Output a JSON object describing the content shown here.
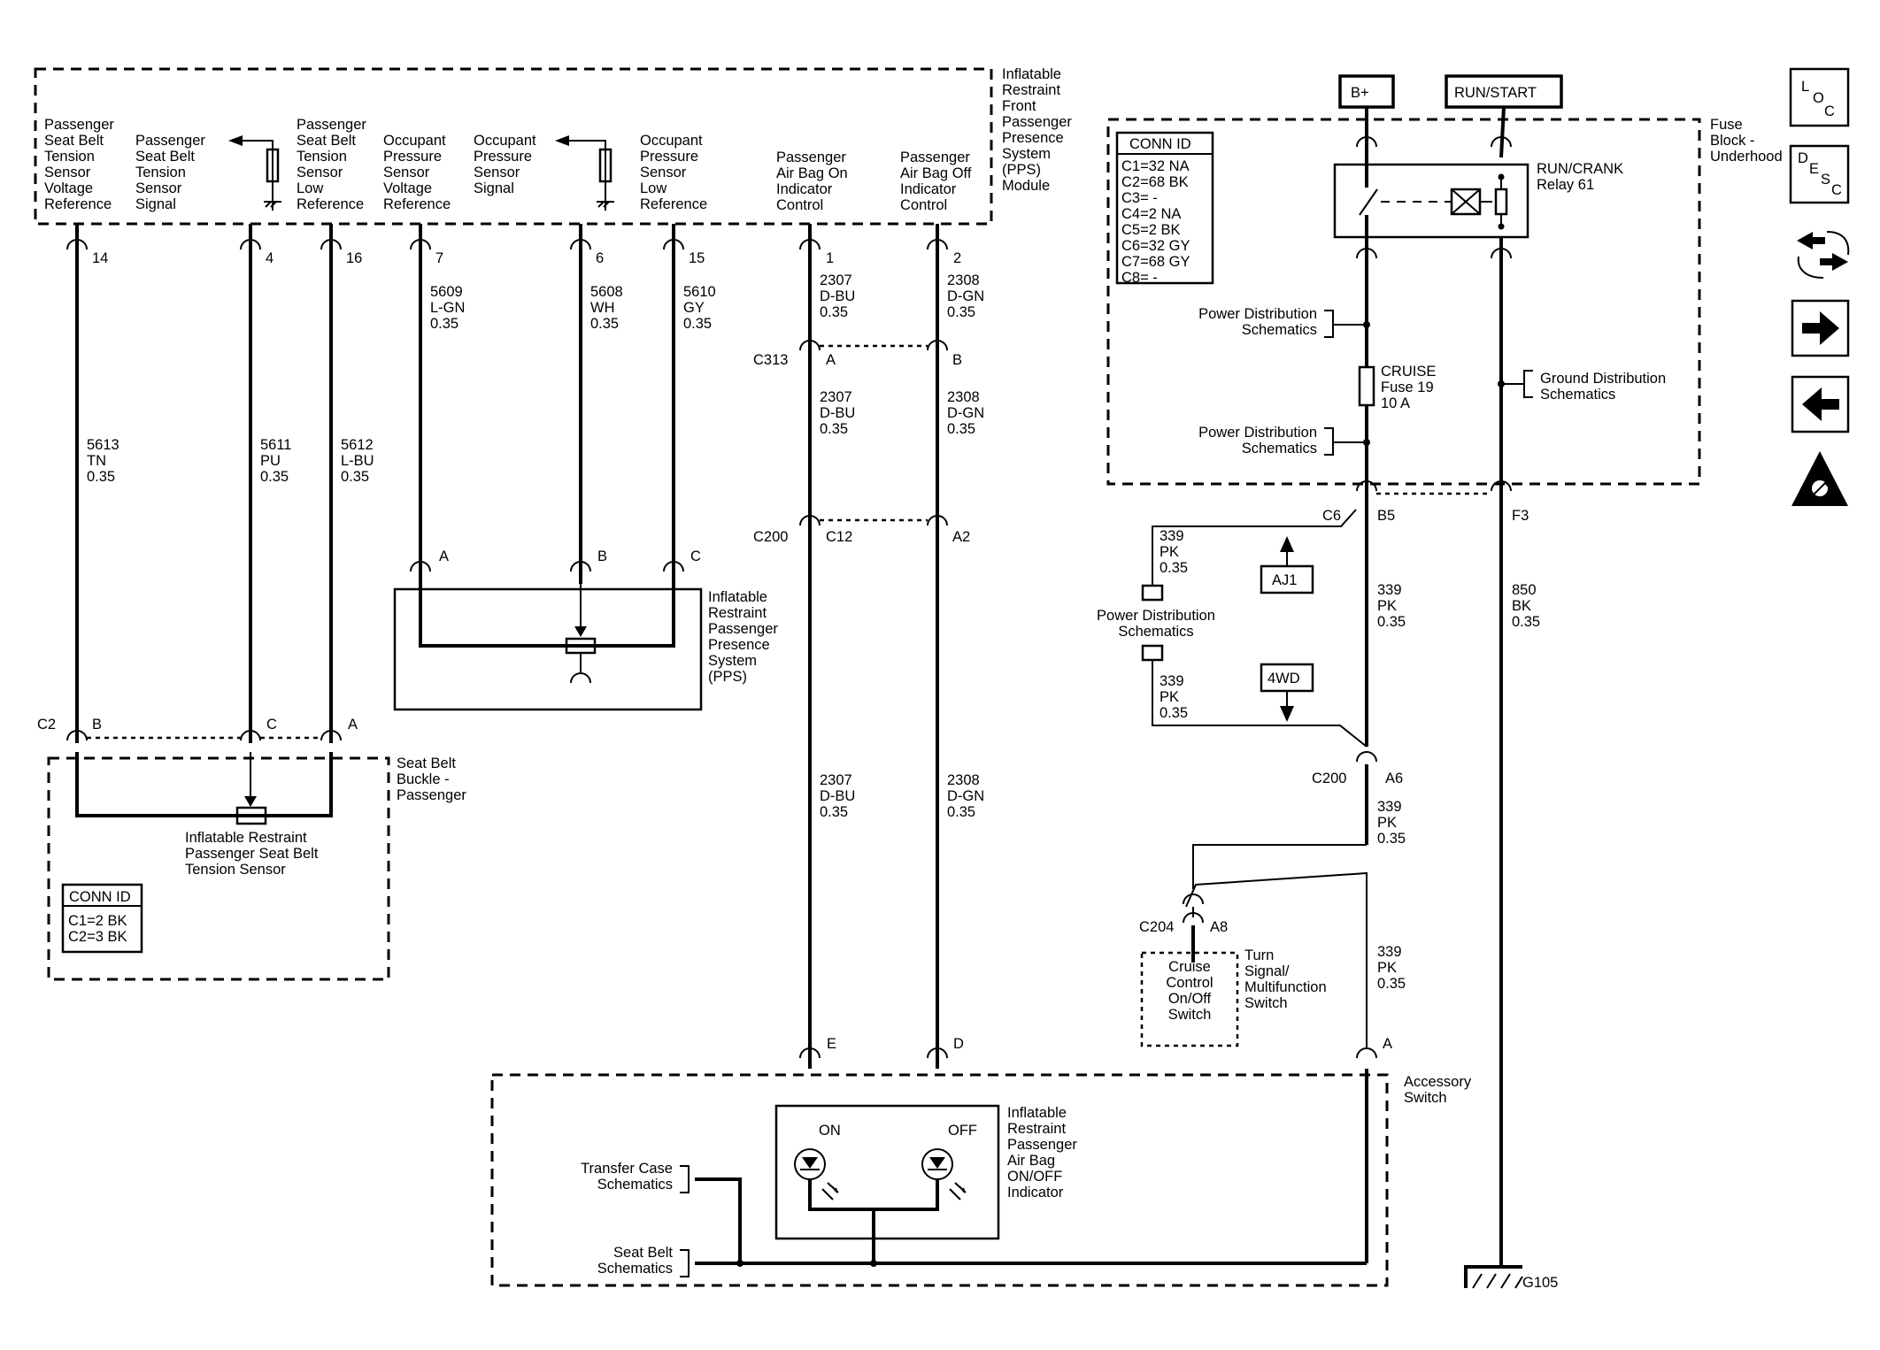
{
  "pps_module": {
    "name": [
      "Inflatable",
      "Restraint",
      "Front",
      "Passenger",
      "Presence",
      "System",
      "(PPS)",
      "Module"
    ],
    "pins": [
      {
        "label": [
          "Passenger",
          "Seat Belt",
          "Tension",
          "Sensor",
          "Voltage",
          "Reference"
        ],
        "pin": "14"
      },
      {
        "label": [
          "Passenger",
          "Seat Belt",
          "Tension",
          "Sensor",
          "Signal"
        ],
        "pin": "4"
      },
      {
        "label": [
          "Passenger",
          "Seat Belt",
          "Tension",
          "Sensor",
          "Low",
          "Reference"
        ],
        "pin": "16"
      },
      {
        "label": [
          "Occupant",
          "Pressure",
          "Sensor",
          "Voltage",
          "Reference"
        ],
        "pin": "7"
      },
      {
        "label": [
          "Occupant",
          "Pressure",
          "Sensor",
          "Signal"
        ],
        "pin": "6"
      },
      {
        "label": [
          "Occupant",
          "Pressure",
          "Sensor",
          "Low",
          "Reference"
        ],
        "pin": "15"
      },
      {
        "label": [
          "Passenger",
          "Air Bag On",
          "Indicator",
          "Control"
        ],
        "pin": "1"
      },
      {
        "label": [
          "Passenger",
          "Air Bag Off",
          "Indicator",
          "Control"
        ],
        "pin": "2"
      }
    ]
  },
  "wires": {
    "w5613": [
      "5613",
      "TN",
      "0.35"
    ],
    "w5611": [
      "5611",
      "PU",
      "0.35"
    ],
    "w5612": [
      "5612",
      "L-BU",
      "0.35"
    ],
    "w5609": [
      "5609",
      "L-GN",
      "0.35"
    ],
    "w5608": [
      "5608",
      "WH",
      "0.35"
    ],
    "w5610": [
      "5610",
      "GY",
      "0.35"
    ],
    "w2307": [
      "2307",
      "D-BU",
      "0.35"
    ],
    "w2308": [
      "2308",
      "D-GN",
      "0.35"
    ],
    "w339": [
      "339",
      "PK",
      "0.35"
    ],
    "w850": [
      "850",
      "BK",
      "0.35"
    ]
  },
  "connectors": {
    "c313": "C313",
    "c313_a": "A",
    "c313_b": "B",
    "c200": "C200",
    "c200_c12": "C12",
    "c200_a2": "A2",
    "c200_a6": "A6",
    "c6": "C6",
    "b5": "B5",
    "f3": "F3",
    "c204": "C204",
    "c204_a8": "A8",
    "pps_a": "A",
    "pps_b": "B",
    "pps_c": "C",
    "c2": "C2",
    "c2_b": "B",
    "c2_c": "C",
    "c2_a": "A",
    "acc_e": "E",
    "acc_d": "D",
    "acc_a": "A"
  },
  "pps_sensor": {
    "name": [
      "Inflatable",
      "Restraint",
      "Passenger",
      "Presence",
      "System",
      "(PPS)"
    ]
  },
  "seat_belt_buckle": {
    "name": [
      "Seat Belt",
      "Buckle -",
      "Passenger"
    ],
    "sensor": [
      "Inflatable Restraint",
      "Passenger Seat Belt",
      "Tension Sensor"
    ],
    "conn_title": "CONN ID",
    "conn_rows": [
      "C1=2 BK",
      "C2=3 BK"
    ]
  },
  "fuse_block": {
    "name": [
      "Fuse",
      "Block -",
      "Underhood"
    ],
    "conn_title": "CONN ID",
    "conn_rows": [
      "C1=32 NA",
      "C2=68 BK",
      "C3= -",
      "C4=2 NA",
      "C5=2 BK",
      "C6=32 GY",
      "C7=68 GY",
      "C8= -"
    ],
    "relay": [
      "RUN/CRANK",
      "Relay 61"
    ],
    "fuse": [
      "CRUISE",
      "Fuse 19",
      "10 A"
    ],
    "power_dist_1": [
      "Power Distribution",
      "Schematics"
    ],
    "power_dist_2": [
      "Power Distribution",
      "Schematics"
    ],
    "ground_dist": [
      "Ground Distribution",
      "Schematics"
    ]
  },
  "power": {
    "bplus": "B+",
    "runstart": "RUN/START"
  },
  "power_dist_3": [
    "Power Distribution",
    "Schematics"
  ],
  "ref_aj1": "AJ1",
  "ref_4wd": "4WD",
  "cruise_switch": [
    "Cruise",
    "Control",
    "On/Off",
    "Switch"
  ],
  "turn_signal": [
    "Turn",
    "Signal/",
    "Multifunction",
    "Switch"
  ],
  "accessory_switch": [
    "Accessory",
    "Switch"
  ],
  "indicator": {
    "name": [
      "Inflatable",
      "Restraint",
      "Passenger",
      "Air Bag",
      "ON/OFF",
      "Indicator"
    ],
    "on": "ON",
    "off": "OFF"
  },
  "transfer_case": [
    "Transfer Case",
    "Schematics"
  ],
  "seat_belt_schem": [
    "Seat Belt",
    "Schematics"
  ],
  "ground": "G105",
  "nav": {
    "loc": [
      "L",
      "O",
      "C"
    ],
    "desc": [
      "D",
      "E",
      "S",
      "C"
    ]
  }
}
